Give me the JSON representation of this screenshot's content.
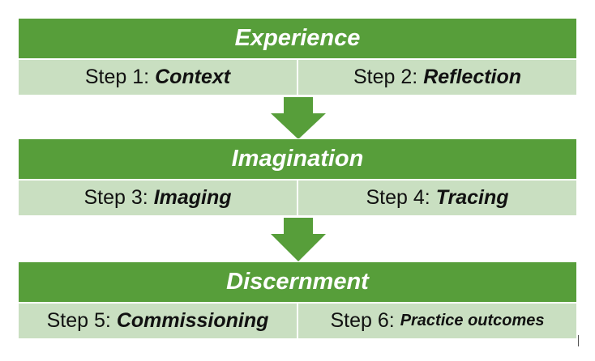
{
  "colors": {
    "header_bg": "#579e3a",
    "header_text": "#ffffff",
    "cell_bg": "#c9dfc1",
    "arrow": "#579e3a"
  },
  "icons": [
    "arrow-down-icon",
    "arrow-down-icon"
  ],
  "sections": [
    {
      "title": "Experience",
      "steps": [
        {
          "prefix": "Step 1:",
          "name": "Context"
        },
        {
          "prefix": "Step 2:",
          "name": "Reflection"
        }
      ]
    },
    {
      "title": "Imagination",
      "steps": [
        {
          "prefix": "Step 3:",
          "name": "Imaging"
        },
        {
          "prefix": "Step 4:",
          "name": "Tracing"
        }
      ]
    },
    {
      "title": "Discernment",
      "steps": [
        {
          "prefix": "Step 5:",
          "name": "Commissioning"
        },
        {
          "prefix": "Step 6:",
          "name": "Practice outcomes"
        }
      ]
    }
  ]
}
